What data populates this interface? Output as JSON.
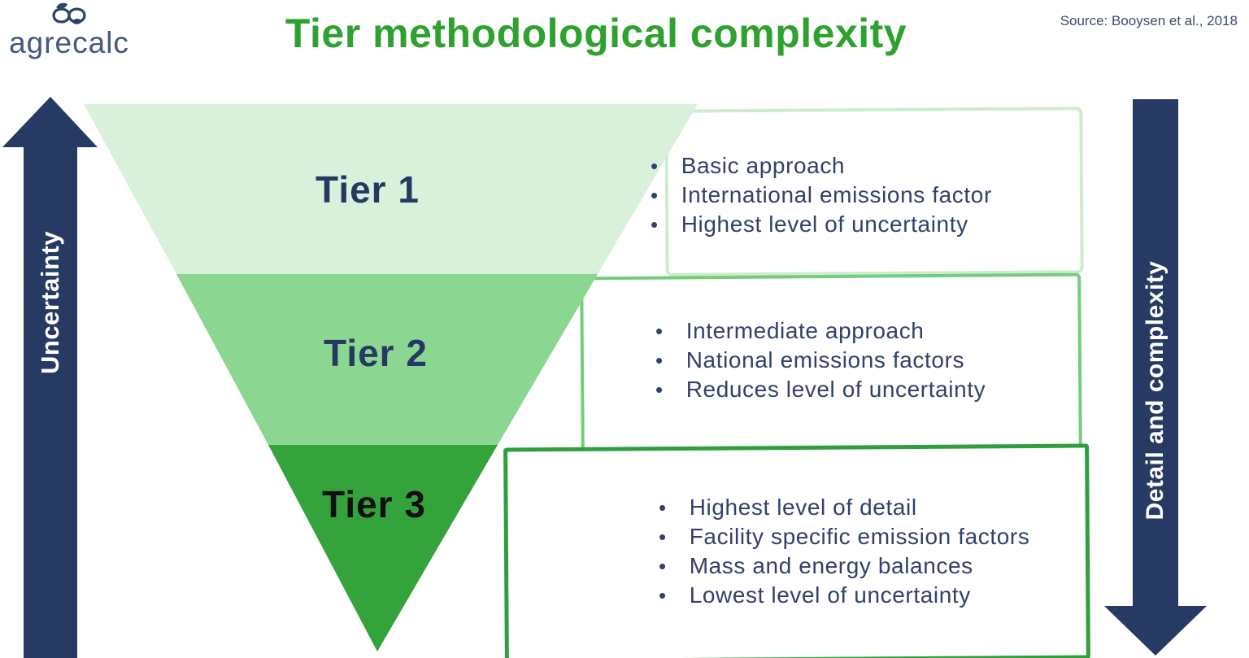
{
  "brand": {
    "name": "agrecalc"
  },
  "header": {
    "title": "Tier methodological complexity",
    "source": "Source: Booysen et al., 2018"
  },
  "axes": {
    "left": {
      "label": "Uncertainty",
      "direction": "up"
    },
    "right": {
      "label": "Detail and complexity",
      "direction": "down"
    }
  },
  "tiers": [
    {
      "label": "Tier 1",
      "fill": "#d9f1da",
      "box_border": "#cdeccb",
      "bullets": [
        "Basic approach",
        "International emissions factor",
        "Highest level of uncertainty"
      ]
    },
    {
      "label": "Tier 2",
      "fill": "#8bd690",
      "box_border": "#74cc7e",
      "bullets": [
        "Intermediate approach",
        "National emissions factors",
        "Reduces level of uncertainty"
      ]
    },
    {
      "label": "Tier 3",
      "fill": "#35a33c",
      "box_border": "#2f9e3f",
      "bullets": [
        "Highest level of detail",
        "Facility specific emission factors",
        "Mass and energy balances",
        "Lowest level of uncertainty"
      ]
    }
  ],
  "colors": {
    "title_green": "#2ea12e",
    "arrow_navy": "#273a63",
    "text_navy": "#32416b",
    "tier_label_navy": "#253a62",
    "tier3_label": "#101010",
    "logo_text": "#44597e",
    "axis_text": "#ffffff"
  }
}
